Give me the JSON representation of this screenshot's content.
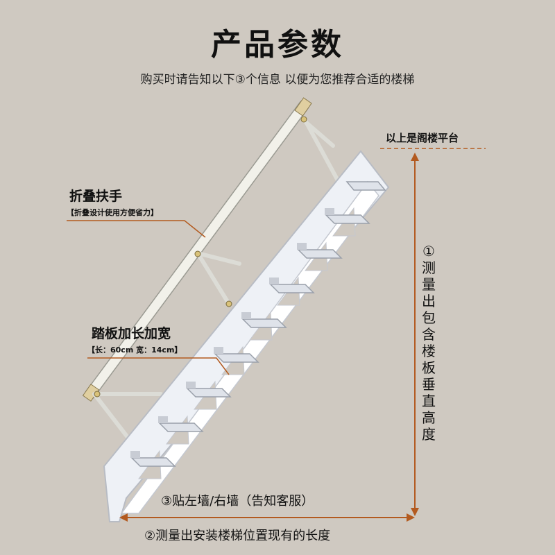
{
  "header": {
    "title": "产品参数",
    "subtitle": "购买时请告知以下③个信息 以便为您推荐合适的楼梯"
  },
  "callouts": {
    "handrail_title": "折叠扶手",
    "handrail_note": "【折叠设计使用方便省力】",
    "tread_title": "踏板加长加宽",
    "tread_note": "【长：60cm 宽：14cm】"
  },
  "measurements": {
    "attic_label": "以上是阁楼平台",
    "height_chars": [
      "①",
      "测",
      "量",
      "出",
      "包",
      "含",
      "楼",
      "板",
      "垂",
      "直",
      "高",
      "度"
    ],
    "wall_label": "③贴左墙/右墙（告知客服）",
    "length_label": "②测量出安装楼梯位置现有的长度"
  },
  "colors": {
    "background": "#cfc9c1",
    "accent": "#b35a1f",
    "stair": "#f4f6fa"
  }
}
